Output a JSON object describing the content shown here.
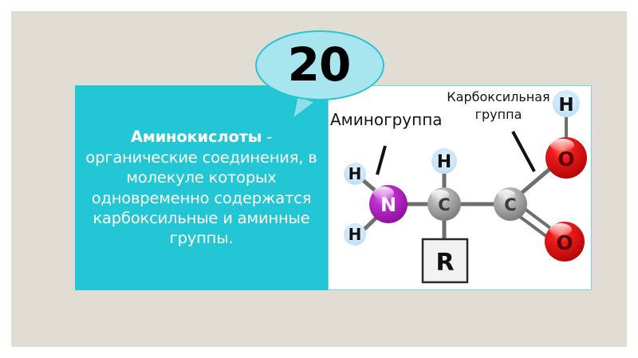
{
  "slide": {
    "background_color": "#e2ddd4",
    "panel_teal_color": "#22c6d4",
    "bubble_fill_color": "#a8e6ef",
    "bubble_stroke_color": "#22c6d4"
  },
  "bubble": {
    "number": "20"
  },
  "definition": {
    "term": "Аминокислоты",
    "dash": " - ",
    "body": "органические соединения, в молекуле которых одновременно содержатся карбоксильные и аминные группы."
  },
  "molecule": {
    "labels": {
      "amino_group": "Аминогруппа",
      "carboxyl_group_line1": "Карбоксильная",
      "carboxyl_group_line2": "группа"
    },
    "atoms": {
      "h_amino_top": "H",
      "h_amino_bottom": "H",
      "nitrogen": "N",
      "h_alpha": "H",
      "carbon_alpha": "C",
      "carbon_carboxyl": "C",
      "oxygen_hydroxyl": "O",
      "oxygen_carbonyl": "O",
      "h_hydroxyl": "H",
      "radical": "R"
    },
    "colors": {
      "nitrogen": "#b01ab8",
      "carbon": "#9a9a9a",
      "oxygen": "#e81414",
      "hydrogen_halo": "#cfe9fb",
      "bond": "#6e6e6e",
      "radical_box": "#f2f2f2"
    }
  }
}
